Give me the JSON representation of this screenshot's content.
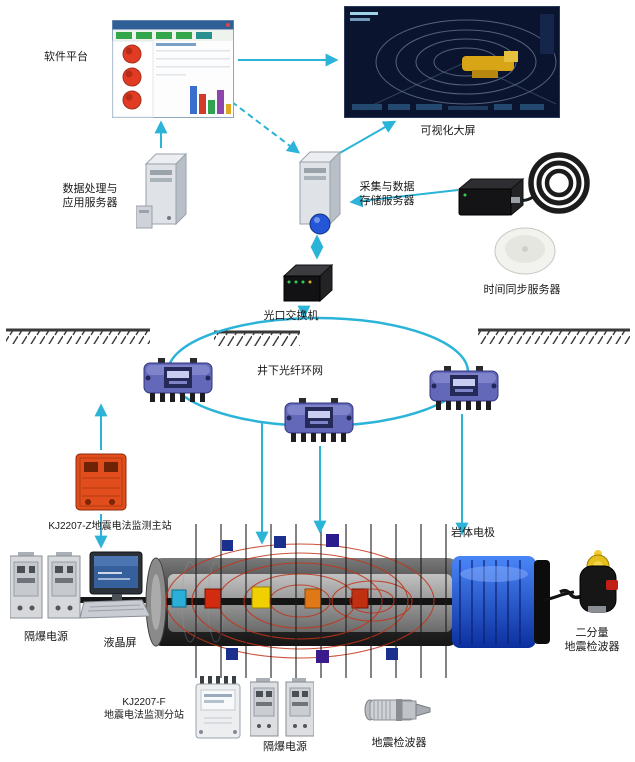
{
  "colors": {
    "accent": "#2bb3d8",
    "field_line": "#c23318",
    "substation_purple": "#6468b8",
    "main_station_orange": "#e14d1c",
    "tunnel_blue": "#2456d8",
    "screen_bg": "#0a142e"
  },
  "diagram": {
    "labels": {
      "software_platform": "软件平台",
      "big_screen": "可视化大屏",
      "app_server_line1": "数据处理与",
      "app_server_line2": "应用服务器",
      "storage_server_line1": "采集与数据",
      "storage_server_line2": "存储服务器",
      "time_sync_server": "时间同步服务器",
      "optical_switch": "光口交换机",
      "fiber_ring": "井下光纤环网",
      "main_station": "KJ2207-Z地震电法监测主站",
      "power_left": "隔爆电源",
      "lcd_screen": "液晶屏",
      "rock_electrode": "岩体电极",
      "geophone_2c_line1": "二分量",
      "geophone_2c_line2": "地震检波器",
      "substation_f_line1": "KJ2207-F",
      "substation_f_line2": "地震电法监测分站",
      "power_bottom": "隔爆电源",
      "geophone": "地震检波器"
    }
  }
}
